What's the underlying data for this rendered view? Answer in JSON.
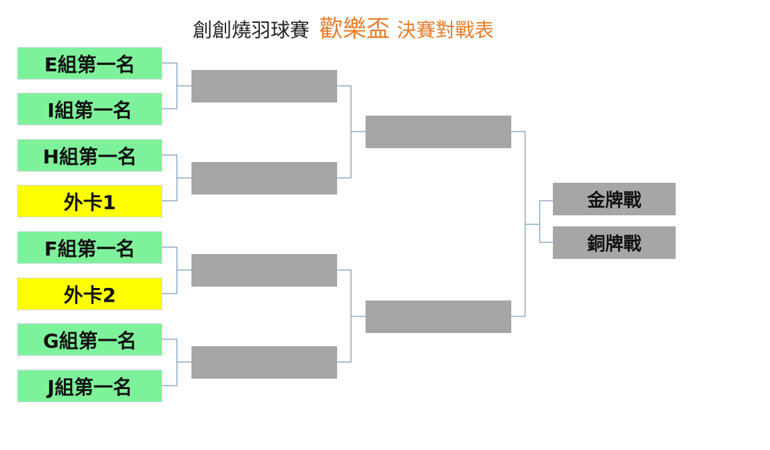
{
  "title": {
    "part1": "創創燒羽球賽",
    "part2": "歡樂盃",
    "part3": "決賽對戰表"
  },
  "colors": {
    "seed_team": "#7ef29a",
    "wildcard": "#ffff00",
    "empty_slot": "#a6a6a6",
    "connector": "#5b7fa6",
    "title_accent": "#e67e2e"
  },
  "teams": [
    {
      "label": "E組第一名",
      "type": "seed"
    },
    {
      "label": "I組第一名",
      "type": "seed"
    },
    {
      "label": "H組第一名",
      "type": "seed"
    },
    {
      "label": "外卡1",
      "type": "wildcard"
    },
    {
      "label": "F組第一名",
      "type": "seed"
    },
    {
      "label": "外卡2",
      "type": "wildcard"
    },
    {
      "label": "G組第一名",
      "type": "seed"
    },
    {
      "label": "J組第一名",
      "type": "seed"
    }
  ],
  "quarterfinals": [
    "",
    "",
    "",
    ""
  ],
  "semifinals": [
    "",
    ""
  ],
  "finals": {
    "gold": "金牌戰",
    "bronze": "銅牌戰"
  }
}
